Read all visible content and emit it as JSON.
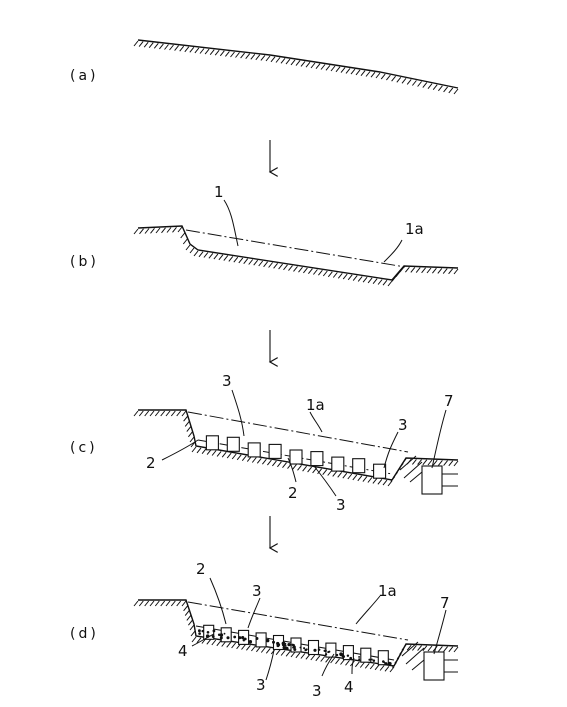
{
  "stages": [
    {
      "id": "a",
      "label": "(a)"
    },
    {
      "id": "b",
      "label": "(b)"
    },
    {
      "id": "c",
      "label": "(c)"
    },
    {
      "id": "d",
      "label": "(d)"
    }
  ],
  "refs": {
    "b": [
      "1",
      "1a"
    ],
    "c": [
      "3",
      "1a",
      "7",
      "3",
      "2",
      "2",
      "3"
    ],
    "d": [
      "2",
      "3",
      "1a",
      "7",
      "4",
      "3",
      "3",
      "4"
    ]
  }
}
